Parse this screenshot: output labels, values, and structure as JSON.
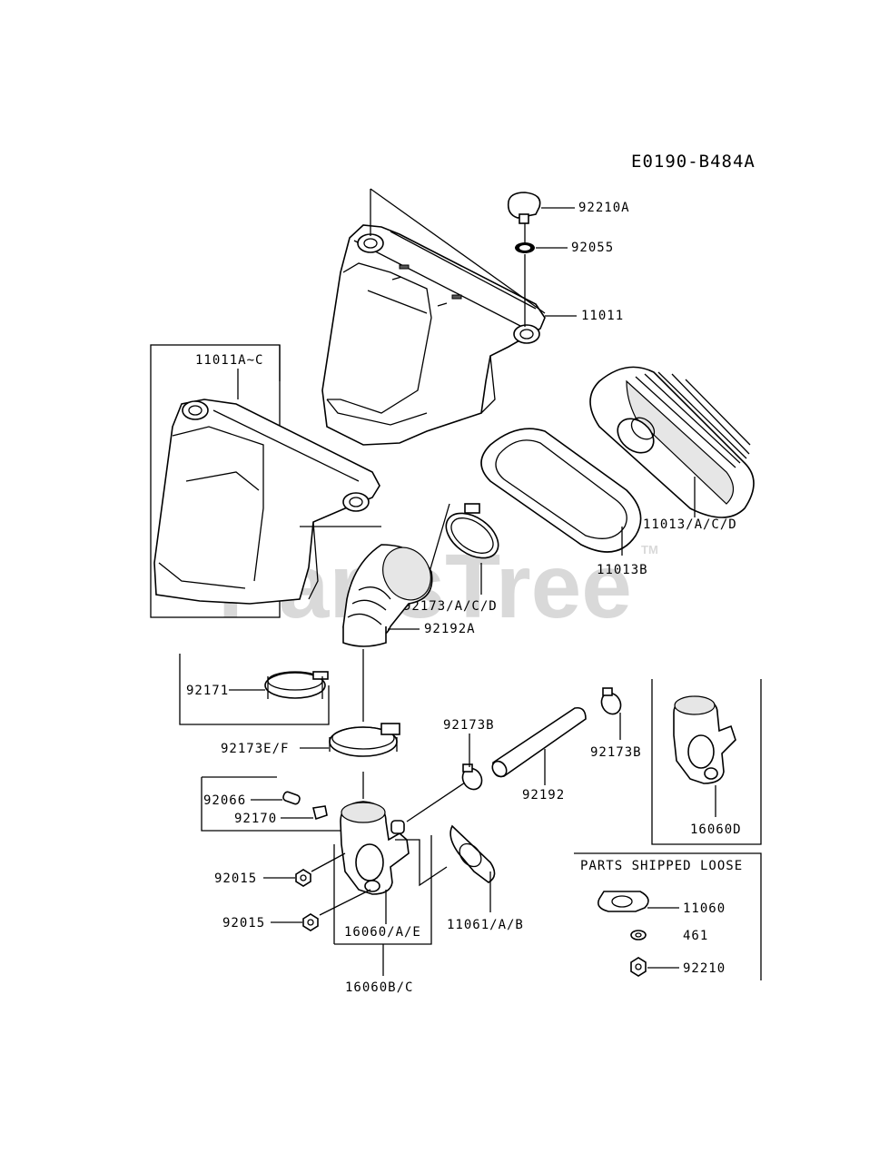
{
  "diagram_code": "E0190-B484A",
  "watermark": {
    "text": "PartsTree",
    "tm": "TM"
  },
  "loose_section_title": "PARTS SHIPPED LOOSE",
  "labels": {
    "p92210A": "92210A",
    "p92055": "92055",
    "p11011": "11011",
    "p11011AC": "11011A~C",
    "p11013ACD": "11013/A/C/D",
    "p11013B": "11013B",
    "p92173ACD": "92173/A/C/D",
    "p92192A": "92192A",
    "p92171": "92171",
    "p92173EF": "92173E/F",
    "p92173B_left": "92173B",
    "p92173B_right": "92173B",
    "p92192": "92192",
    "p92066": "92066",
    "p92170": "92170",
    "p92015_upper": "92015",
    "p92015_lower": "92015",
    "p16060AE": "16060/A/E",
    "p16060BC": "16060B/C",
    "p11061AB": "11061/A/B",
    "p16060D": "16060D",
    "p11060": "11060",
    "p461": "461",
    "p92210": "92210"
  }
}
